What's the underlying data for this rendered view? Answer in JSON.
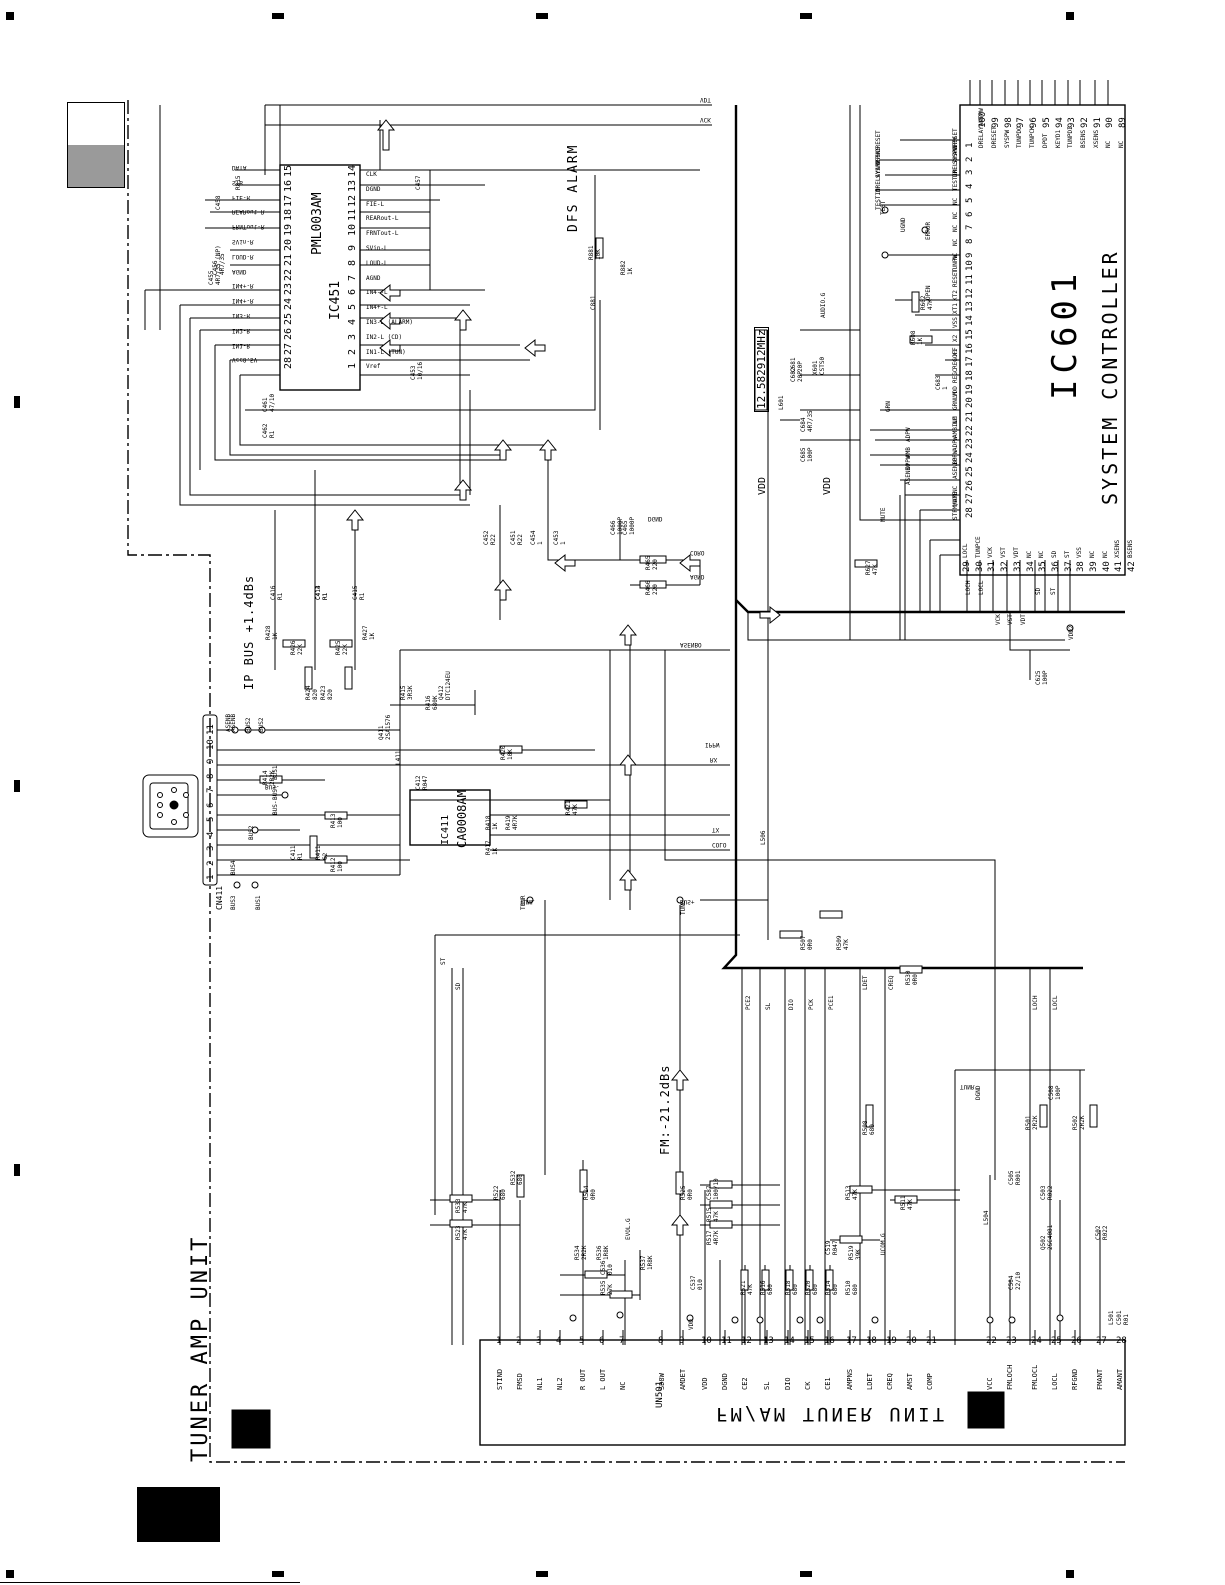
{
  "unit_title": "TUNER AMP UNIT",
  "ic601": {
    "ref": "IC601",
    "name": "SYSTEM CONTROLLER",
    "crystal": "12.582912MHz",
    "vdd": "VDD",
    "pins": [
      {
        "n": "1",
        "name": "DRESET"
      },
      {
        "n": "2",
        "name": "SYSPW"
      },
      {
        "n": "3",
        "name": "DRELAYANTPW"
      },
      {
        "n": "4",
        "name": "TESTIN"
      },
      {
        "n": "5",
        "name": "NC"
      },
      {
        "n": "6",
        "name": "NC"
      },
      {
        "n": "7",
        "name": "NC"
      },
      {
        "n": "8",
        "name": "NC"
      },
      {
        "n": "9",
        "name": "NC"
      },
      {
        "n": "10",
        "name": "TUNPW"
      },
      {
        "n": "11",
        "name": "RESET"
      },
      {
        "n": "12",
        "name": "XT2"
      },
      {
        "n": "13",
        "name": "XT1"
      },
      {
        "n": "14",
        "name": "VSS"
      },
      {
        "n": "15",
        "name": "X2"
      },
      {
        "n": "16",
        "name": "X1"
      },
      {
        "n": "17",
        "name": "REGOFF"
      },
      {
        "n": "18",
        "name": "REGC"
      },
      {
        "n": "19",
        "name": "VDD"
      },
      {
        "n": "20",
        "name": "GRNLM"
      },
      {
        "n": "21",
        "name": "NC"
      },
      {
        "n": "22",
        "name": "AMBILM"
      },
      {
        "n": "23",
        "name": "ADPW"
      },
      {
        "n": "24",
        "name": "IPPW"
      },
      {
        "n": "25",
        "name": "ASENBO"
      },
      {
        "n": "26",
        "name": "NC"
      },
      {
        "n": "27",
        "name": "MUTE"
      },
      {
        "n": "28",
        "name": "STFM/AM"
      },
      {
        "n": "29",
        "name": "LOCL"
      },
      {
        "n": "30",
        "name": "TUNPCE"
      },
      {
        "n": "31",
        "name": "VCK"
      },
      {
        "n": "32",
        "name": "VST"
      },
      {
        "n": "33",
        "name": "VDT"
      },
      {
        "n": "34",
        "name": "NC"
      },
      {
        "n": "35",
        "name": "NC"
      },
      {
        "n": "36",
        "name": "SD"
      },
      {
        "n": "37",
        "name": "ST"
      },
      {
        "n": "38",
        "name": "VSS"
      },
      {
        "n": "39",
        "name": "NC"
      },
      {
        "n": "40",
        "name": "NC"
      },
      {
        "n": "41",
        "name": "XSENS"
      },
      {
        "n": "42",
        "name": "BSENS"
      },
      {
        "n": "89",
        "name": "NC"
      },
      {
        "n": "90",
        "name": "NC"
      },
      {
        "n": "91",
        "name": "XSENS"
      },
      {
        "n": "92",
        "name": "BSENS"
      },
      {
        "n": "93",
        "name": "TUNPDI"
      },
      {
        "n": "94",
        "name": "KEYD1"
      },
      {
        "n": "95",
        "name": "DPDT"
      },
      {
        "n": "96",
        "name": "TUNPCK"
      },
      {
        "n": "97",
        "name": "TUNPDO"
      },
      {
        "n": "98",
        "name": "SYSPW"
      },
      {
        "n": "99",
        "name": "DRESET"
      },
      {
        "n": "100",
        "name": "DRELAYANTPW"
      }
    ],
    "net_labels": [
      "DRESET",
      "DSENS",
      "SYSPW",
      "DRELAYANTPW",
      "TESTIN",
      "TEST",
      "ERROR",
      "UGND",
      "OPEN",
      "AUDIO.G",
      "GRN",
      "ADPW",
      "AMB",
      "IPPW",
      "ASENBO",
      "MUTE",
      "LOCH",
      "LOCL",
      "ST",
      "SD",
      "VDD2",
      "VCK",
      "VST",
      "VDT"
    ]
  },
  "ic451": {
    "ref": "IC451",
    "name": "PML003AM",
    "pins_left": [
      {
        "n": "15",
        "name": "DATA"
      },
      {
        "n": "16",
        "name": "STB"
      },
      {
        "n": "17",
        "name": "FIE-R"
      },
      {
        "n": "18",
        "name": "REARout-R"
      },
      {
        "n": "19",
        "name": "FRNTout-R"
      },
      {
        "n": "20",
        "name": "SVin-R"
      },
      {
        "n": "21",
        "name": "LOUD-R"
      },
      {
        "n": "22",
        "name": "AGND"
      },
      {
        "n": "23",
        "name": "IN4+-R"
      },
      {
        "n": "24",
        "name": "IN4+-R"
      },
      {
        "n": "25",
        "name": "IN3-R"
      },
      {
        "n": "26",
        "name": "IN2-R"
      },
      {
        "n": "27",
        "name": "IN1-R"
      },
      {
        "n": "28",
        "name": "Vcc8.5V"
      }
    ],
    "pins_right": [
      {
        "n": "14",
        "name": "CLK"
      },
      {
        "n": "13",
        "name": "DGND"
      },
      {
        "n": "12",
        "name": "FIE-L"
      },
      {
        "n": "11",
        "name": "REARout-L"
      },
      {
        "n": "10",
        "name": "FRNTout-L"
      },
      {
        "n": "9",
        "name": "SVin-L"
      },
      {
        "n": "8",
        "name": "LOUD-L"
      },
      {
        "n": "7",
        "name": "AGND"
      },
      {
        "n": "6",
        "name": "IN4--L"
      },
      {
        "n": "5",
        "name": "IN4+-L"
      },
      {
        "n": "4",
        "name": "IN3-L (ALARM)"
      },
      {
        "n": "3",
        "name": "IN2-L (CD)"
      },
      {
        "n": "2",
        "name": "IN1-L (TUN)"
      },
      {
        "n": "1",
        "name": "Vref"
      }
    ]
  },
  "ic411": {
    "ref": "IC411",
    "name": "CA0008AM",
    "pins": [
      "1",
      "2",
      "3",
      "4",
      "5",
      "6",
      "7",
      "8"
    ]
  },
  "notes": [
    "DFS ALARM",
    "IP BUS +1.4dBs",
    "FM:-21.2dBs"
  ],
  "bus_labels": [
    "VDT",
    "VCK",
    "ASENBO",
    "IPPW",
    "RX",
    "TX",
    "COLO",
    "CORO",
    "AGND",
    "DGND",
    "TUNR",
    "TUNL",
    "BUS+",
    "BUS-"
  ],
  "connector": {
    "ref": "CN411",
    "pins": [
      {
        "n": "1",
        "name": "BUS3"
      },
      {
        "n": "2",
        "name": "BUS1"
      },
      {
        "n": "3",
        "name": "BUS4"
      },
      {
        "n": "4",
        "name": "BUS2"
      },
      {
        "n": "5",
        "name": "BUS-"
      },
      {
        "n": "6",
        "name": "BUS+"
      },
      {
        "n": "7",
        "name": "BUS1"
      },
      {
        "n": "8",
        "name": "ASENB"
      },
      {
        "n": "9",
        "name": "BUS2"
      },
      {
        "n": "10",
        "name": "BUS2"
      },
      {
        "n": "11",
        "name": "ASENB"
      }
    ]
  },
  "components": [
    {
      "ref": "C456",
      "value": "4R7/35"
    },
    {
      "ref": "C455",
      "value": "4R7/35 (NP)"
    },
    {
      "ref": "C453",
      "value": "10/16"
    },
    {
      "ref": "C461",
      "value": "47/10"
    },
    {
      "ref": "C462",
      "value": "R1"
    },
    {
      "ref": "C458",
      "value": ""
    },
    {
      "ref": "R815",
      "value": ""
    },
    {
      "ref": "C457",
      "value": ""
    },
    {
      "ref": "R881",
      "value": "10K"
    },
    {
      "ref": "R882",
      "value": "1K"
    },
    {
      "ref": "C881",
      "value": ""
    },
    {
      "ref": "C466",
      "value": "1000P"
    },
    {
      "ref": "C465",
      "value": "1000P"
    },
    {
      "ref": "R465",
      "value": "220"
    },
    {
      "ref": "R466",
      "value": "220"
    },
    {
      "ref": "C452",
      "value": "R22"
    },
    {
      "ref": "C451",
      "value": "R22"
    },
    {
      "ref": "C454",
      "value": "1"
    },
    {
      "ref": "C453",
      "value": "1"
    },
    {
      "ref": "C416",
      "value": "R1"
    },
    {
      "ref": "C414",
      "value": "R1"
    },
    {
      "ref": "C413",
      "value": "R1"
    },
    {
      "ref": "C415",
      "value": "R1"
    },
    {
      "ref": "R428",
      "value": "1K"
    },
    {
      "ref": "R427",
      "value": "1K"
    },
    {
      "ref": "R426",
      "value": "22K"
    },
    {
      "ref": "R425",
      "value": "22K"
    },
    {
      "ref": "R424",
      "value": "820"
    },
    {
      "ref": "R423",
      "value": "820"
    },
    {
      "ref": "R415",
      "value": "3R3K"
    },
    {
      "ref": "R416",
      "value": "680K"
    },
    {
      "ref": "Q411",
      "value": "2SA1576"
    },
    {
      "ref": "Q412",
      "value": "DTC124EU"
    },
    {
      "ref": "L411",
      "value": ""
    },
    {
      "ref": "R420",
      "value": "10K"
    },
    {
      "ref": "R414",
      "value": "2R2K"
    },
    {
      "ref": "C412",
      "value": "R047"
    },
    {
      "ref": "R421",
      "value": "47K"
    },
    {
      "ref": "R418",
      "value": "1K"
    },
    {
      "ref": "R419",
      "value": "4R7K"
    },
    {
      "ref": "R417",
      "value": "1K"
    },
    {
      "ref": "R413",
      "value": "100"
    },
    {
      "ref": "R412",
      "value": "100"
    },
    {
      "ref": "R411",
      "value": "62"
    },
    {
      "ref": "C411",
      "value": "R1"
    },
    {
      "ref": "C681",
      "value": "20P"
    },
    {
      "ref": "C682",
      "value": "20P"
    },
    {
      "ref": "X601",
      "value": "CSTS0"
    },
    {
      "ref": "R608",
      "value": "1K"
    },
    {
      "ref": "R602",
      "value": "47K"
    },
    {
      "ref": "C683",
      "value": "1"
    },
    {
      "ref": "C684",
      "value": "4R7/35"
    },
    {
      "ref": "C685",
      "value": "100P"
    },
    {
      "ref": "L601",
      "value": ""
    },
    {
      "ref": "R627",
      "value": "47K"
    },
    {
      "ref": "C625",
      "value": "100P"
    },
    {
      "ref": "R509",
      "value": "47K"
    },
    {
      "ref": "R507",
      "value": "0R0"
    },
    {
      "ref": "R530",
      "value": "0R0"
    },
    {
      "ref": "L506",
      "value": ""
    }
  ],
  "tuner": {
    "title": "FM/AM TUNER UNIT",
    "ref": "UN501",
    "pins": [
      {
        "n": "1",
        "name": "STIND"
      },
      {
        "n": "2",
        "name": "FMSD"
      },
      {
        "n": "3",
        "name": "NL1"
      },
      {
        "n": "4",
        "name": "NL2"
      },
      {
        "n": "5",
        "name": "R OUT"
      },
      {
        "n": "6",
        "name": "L OUT"
      },
      {
        "n": "7",
        "name": "NC"
      },
      {
        "n": "8",
        "name": "SD8W"
      },
      {
        "n": "9",
        "name": "AMDET"
      },
      {
        "n": "10",
        "name": "VDD"
      },
      {
        "n": "11",
        "name": "DGND"
      },
      {
        "n": "12",
        "name": "CE2"
      },
      {
        "n": "13",
        "name": "SL"
      },
      {
        "n": "14",
        "name": "DIO"
      },
      {
        "n": "15",
        "name": "CK"
      },
      {
        "n": "16",
        "name": "CE1"
      },
      {
        "n": "17",
        "name": "AMPNS"
      },
      {
        "n": "18",
        "name": "LDET"
      },
      {
        "n": "19",
        "name": "CREQ"
      },
      {
        "n": "20",
        "name": "AMST"
      },
      {
        "n": "21",
        "name": "COMP"
      },
      {
        "n": "22",
        "name": "VCC"
      },
      {
        "n": "23",
        "name": "FMLOCH"
      },
      {
        "n": "24",
        "name": "FMLOCL"
      },
      {
        "n": "25",
        "name": "LOCL"
      },
      {
        "n": "26",
        "name": "RFGND"
      },
      {
        "n": "27",
        "name": "FMANT"
      },
      {
        "n": "28",
        "name": "AMANT"
      }
    ],
    "bus_labels": [
      "ST",
      "SD",
      "PCE2",
      "SL",
      "DIO",
      "PCK",
      "PCE1",
      "LDET",
      "CREQ",
      "LOCH",
      "LOCL",
      "TUNR",
      "TUNL",
      "VDD",
      "DGND",
      "UCOM.G",
      "EVOL.G"
    ],
    "components": [
      {
        "ref": "R523",
        "value": "47K"
      },
      {
        "ref": "R533",
        "value": "47K"
      },
      {
        "ref": "R522",
        "value": "680"
      },
      {
        "ref": "R532",
        "value": "680"
      },
      {
        "ref": "R524",
        "value": "0R0"
      },
      {
        "ref": "R525",
        "value": "0R0"
      },
      {
        "ref": "R534",
        "value": "2R2K"
      },
      {
        "ref": "R536",
        "value": "1R8K"
      },
      {
        "ref": "R537",
        "value": "1R8K"
      },
      {
        "ref": "R535",
        "value": "27K"
      },
      {
        "ref": "C536",
        "value": "010"
      },
      {
        "ref": "C537",
        "value": "010"
      },
      {
        "ref": "C587",
        "value": "100/10"
      },
      {
        "ref": "R515",
        "value": "47K"
      },
      {
        "ref": "R517",
        "value": "4R7K"
      },
      {
        "ref": "R521",
        "value": "47K"
      },
      {
        "ref": "R516",
        "value": "680"
      },
      {
        "ref": "R518",
        "value": "680"
      },
      {
        "ref": "R520",
        "value": "680"
      },
      {
        "ref": "R514",
        "value": "680"
      },
      {
        "ref": "R510",
        "value": "680"
      },
      {
        "ref": "R519",
        "value": "39K"
      },
      {
        "ref": "C519",
        "value": "R047"
      },
      {
        "ref": "R513",
        "value": "47K"
      },
      {
        "ref": "R511",
        "value": "47K"
      },
      {
        "ref": "R508",
        "value": "680"
      },
      {
        "ref": "R501",
        "value": "2R2K"
      },
      {
        "ref": "R502",
        "value": "2R2K"
      },
      {
        "ref": "C508",
        "value": "100P"
      },
      {
        "ref": "C503",
        "value": "R022"
      },
      {
        "ref": "C505",
        "value": "R001"
      },
      {
        "ref": "C502",
        "value": "R022"
      },
      {
        "ref": "C504",
        "value": "22/10"
      },
      {
        "ref": "Q502",
        "value": "2SC4081"
      },
      {
        "ref": "L504",
        "value": ""
      },
      {
        "ref": "L501",
        "value": ""
      },
      {
        "ref": "C501",
        "value": "R01"
      }
    ]
  }
}
